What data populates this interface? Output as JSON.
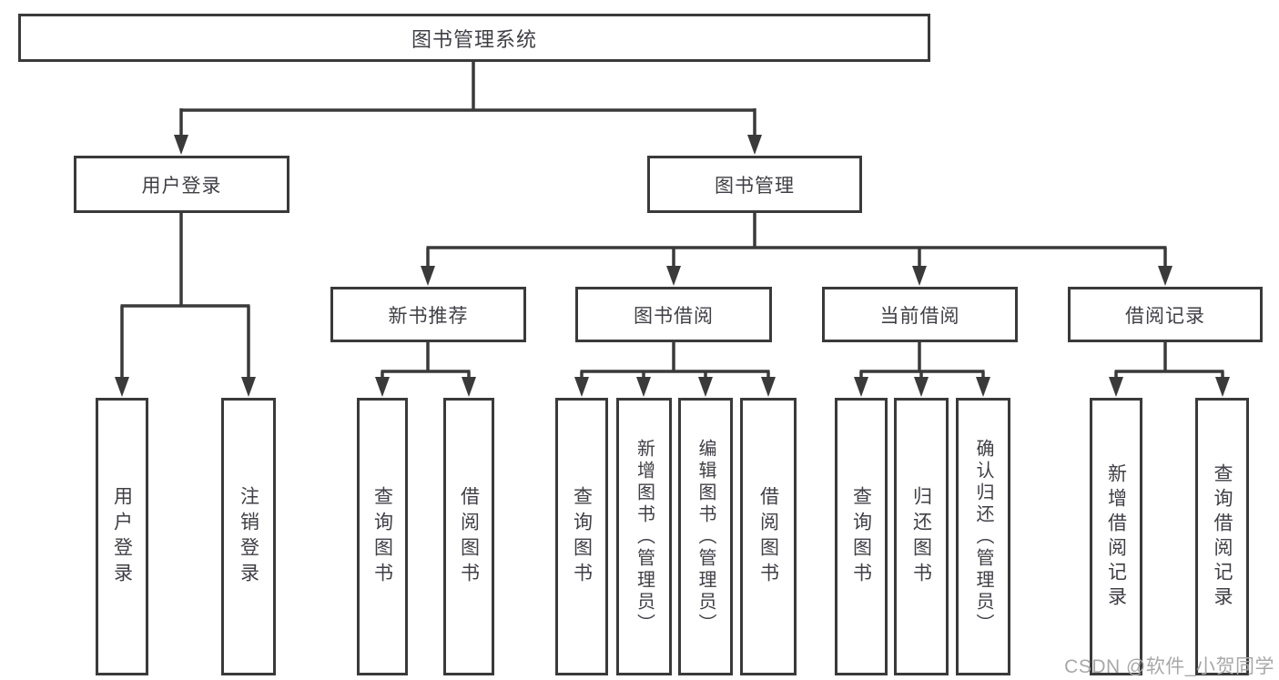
{
  "colors": {
    "line": "#3a3a3a",
    "box_border": "#3a3a3a",
    "text": "#3f3f46",
    "watermark": "#a8a8a8",
    "background": "#ffffff"
  },
  "watermark": "CSDN @软件_小贺同学",
  "tree": {
    "label": "图书管理系统",
    "children": [
      {
        "label": "用户登录",
        "children": [
          {
            "label": "用户登录"
          },
          {
            "label": "注销登录"
          }
        ]
      },
      {
        "label": "图书管理",
        "children": [
          {
            "label": "新书推荐",
            "children": [
              {
                "label": "查询图书"
              },
              {
                "label": "借阅图书"
              }
            ]
          },
          {
            "label": "图书借阅",
            "children": [
              {
                "label": "查询图书"
              },
              {
                "label": "新增图书（管理员）"
              },
              {
                "label": "编辑图书（管理员）"
              },
              {
                "label": "借阅图书"
              }
            ]
          },
          {
            "label": "当前借阅",
            "children": [
              {
                "label": "查询图书"
              },
              {
                "label": "归还图书"
              },
              {
                "label": "确认归还（管理员）"
              }
            ]
          },
          {
            "label": "借阅记录",
            "children": [
              {
                "label": "新增借阅记录"
              },
              {
                "label": "查询借阅记录"
              }
            ]
          }
        ]
      }
    ]
  }
}
